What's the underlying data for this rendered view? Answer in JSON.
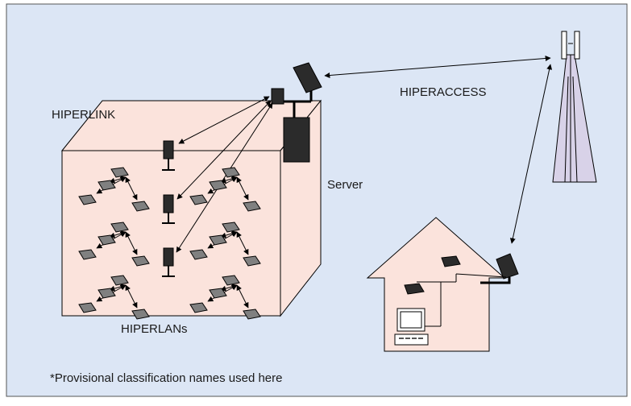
{
  "labels": {
    "hiperlink": "HIPERLINK",
    "hiperaccess": "HIPERACCESS",
    "server": "Server",
    "hiperlans": "HIPERLANs",
    "footnote": "*Provisional classification names used here"
  },
  "colors": {
    "panel_bg": "#dce6f5",
    "building_wall": "#fbe3dc",
    "terminal": "#808080",
    "dark": "#2b2b2b"
  }
}
